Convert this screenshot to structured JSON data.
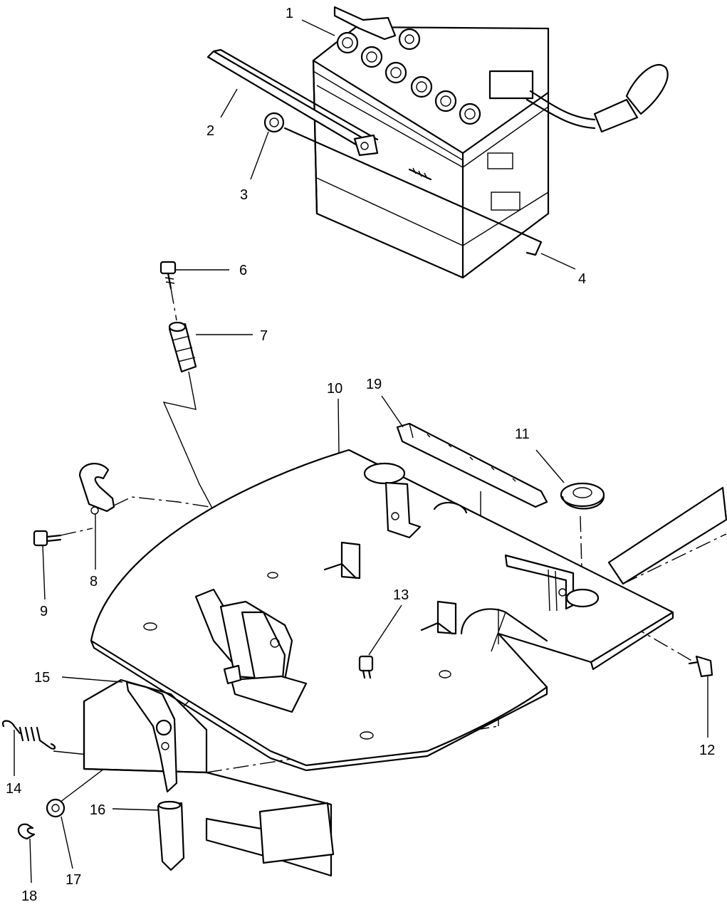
{
  "diagram": {
    "callouts": [
      {
        "id": "c1",
        "label": "1"
      },
      {
        "id": "c2",
        "label": "2"
      },
      {
        "id": "c3",
        "label": "3"
      },
      {
        "id": "c4",
        "label": "4"
      },
      {
        "id": "c6",
        "label": "6"
      },
      {
        "id": "c7",
        "label": "7"
      },
      {
        "id": "c8",
        "label": "8"
      },
      {
        "id": "c9",
        "label": "9"
      },
      {
        "id": "c10",
        "label": "10"
      },
      {
        "id": "c11",
        "label": "11"
      },
      {
        "id": "c12",
        "label": "12"
      },
      {
        "id": "c13",
        "label": "13"
      },
      {
        "id": "c14",
        "label": "14"
      },
      {
        "id": "c15",
        "label": "15"
      },
      {
        "id": "c16",
        "label": "16"
      },
      {
        "id": "c17",
        "label": "17"
      },
      {
        "id": "c18",
        "label": "18"
      },
      {
        "id": "c19",
        "label": "19"
      }
    ]
  }
}
